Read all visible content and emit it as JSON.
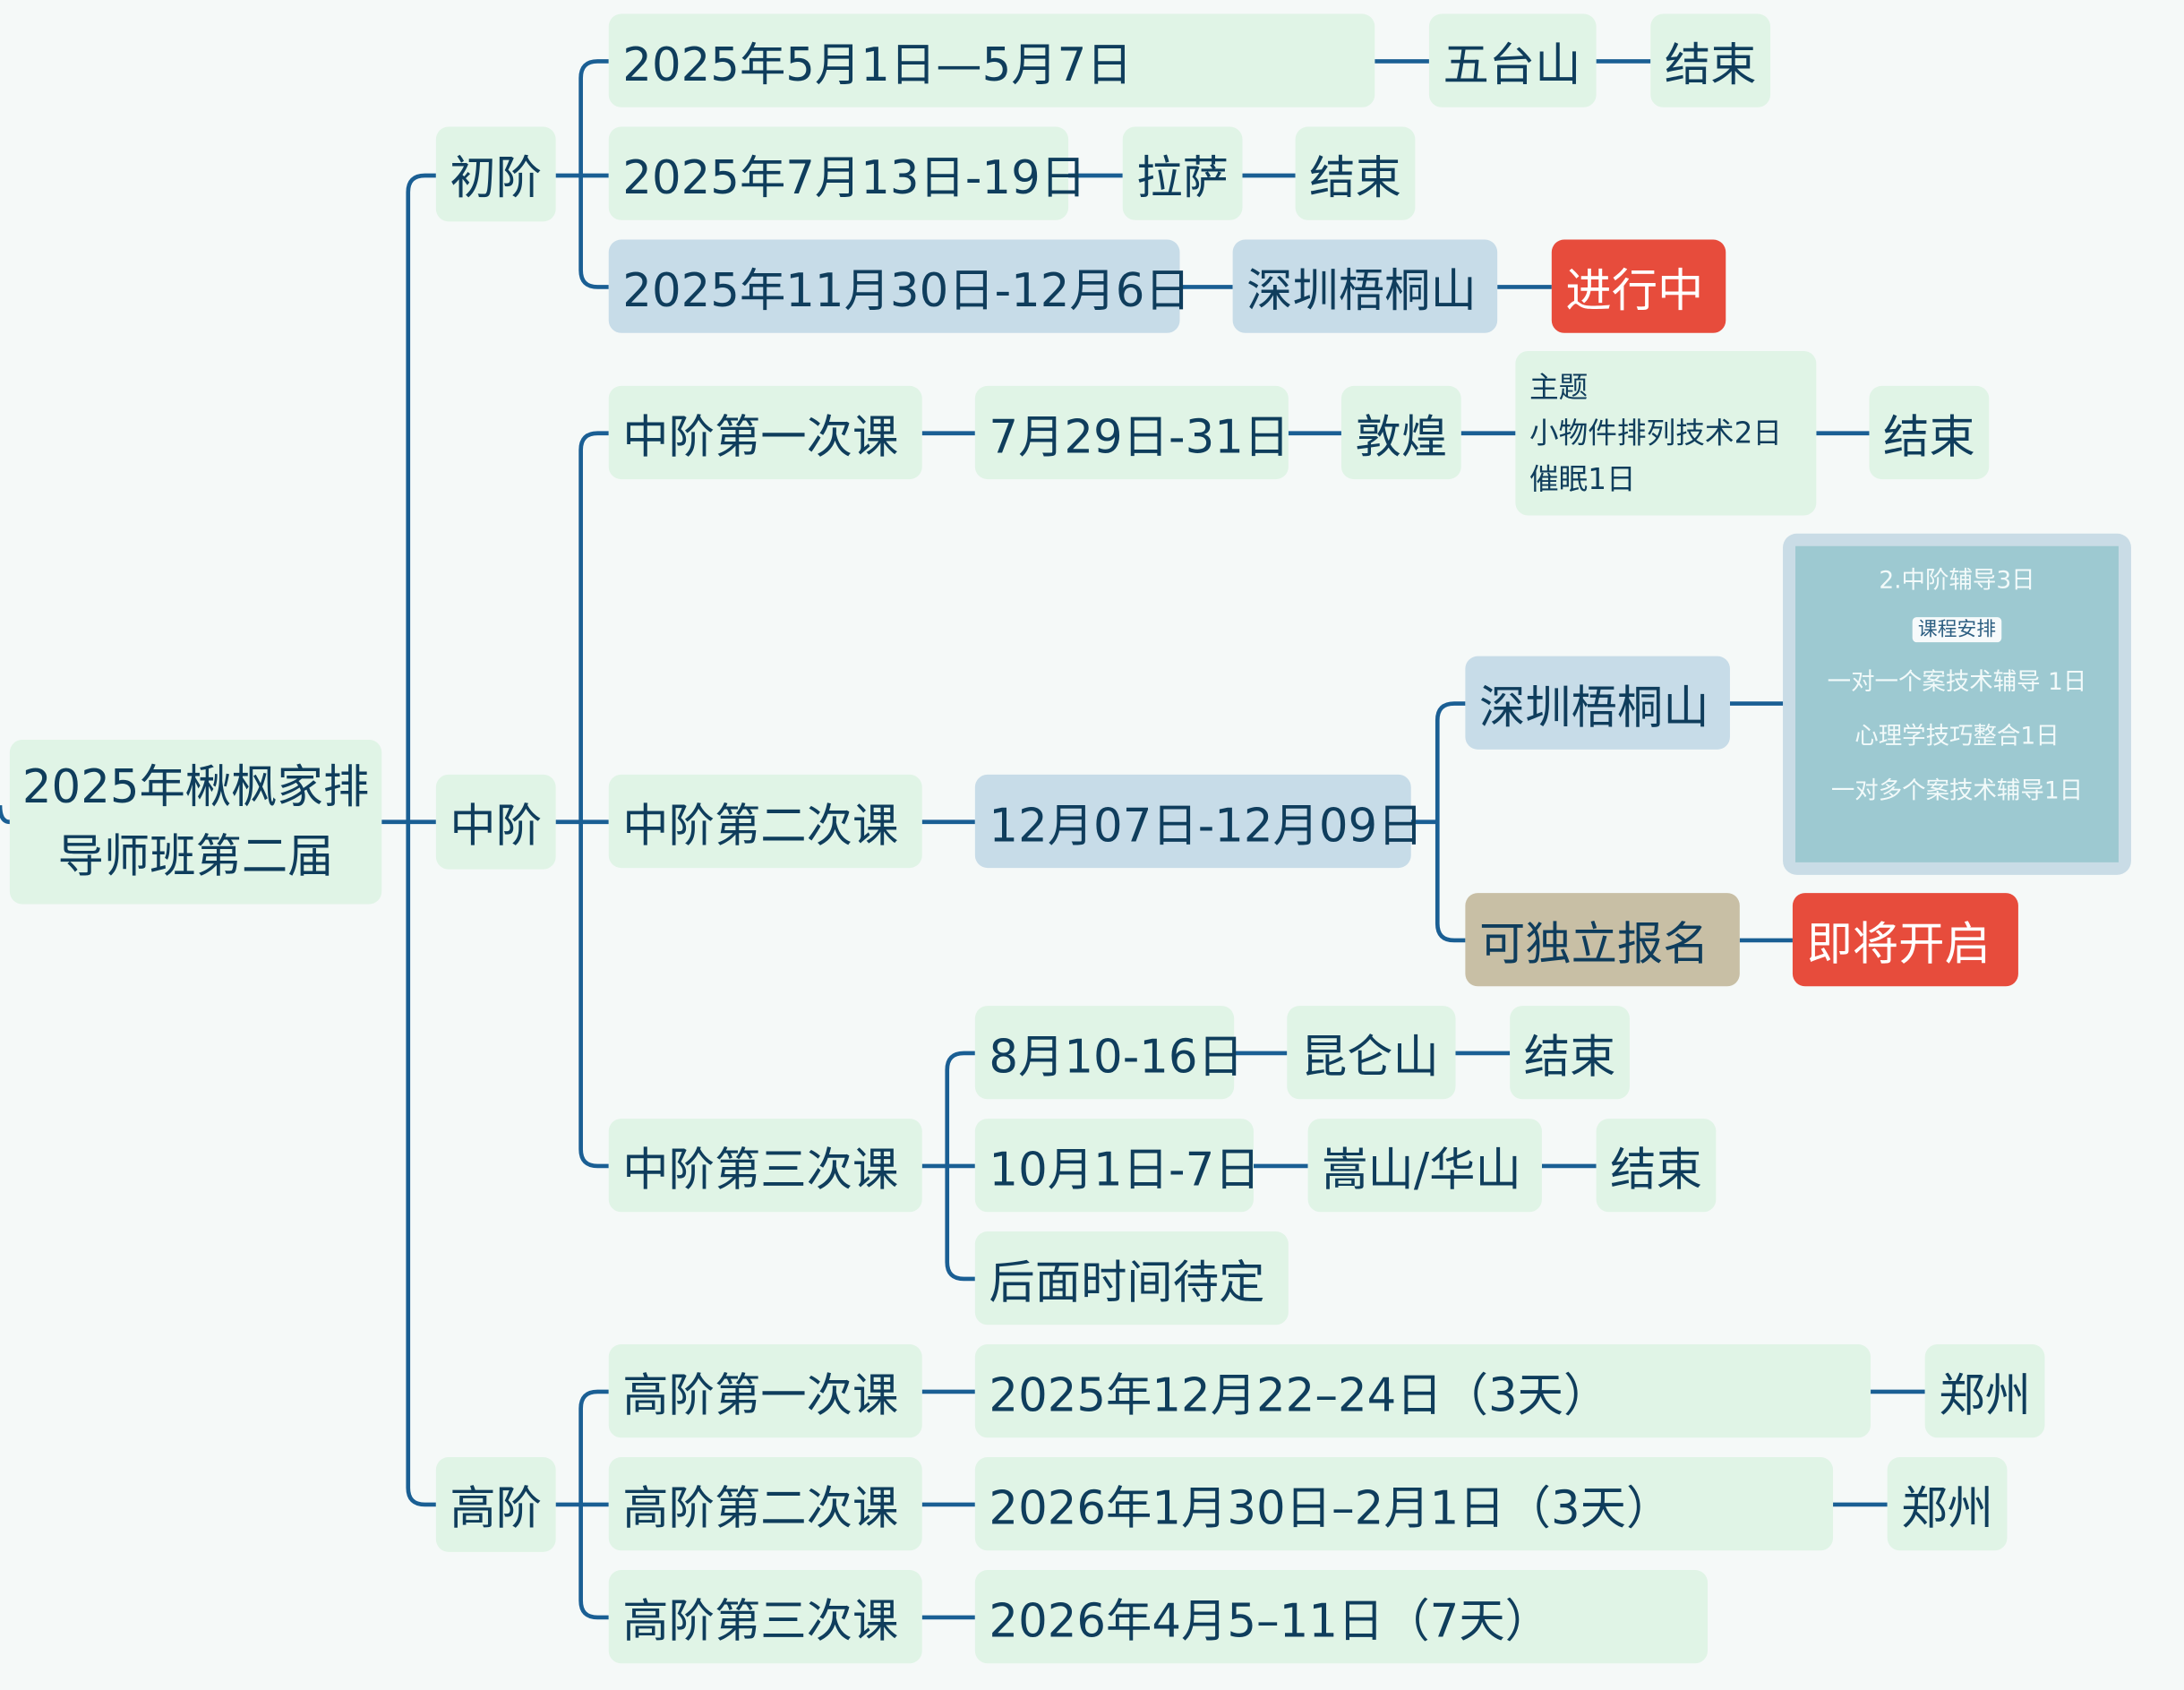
{
  "root": {
    "line1": "2025年楸枫家排",
    "line2": "导师班第二届"
  },
  "levels": {
    "beginner": "初阶",
    "intermediate": "中阶",
    "advanced": "高阶"
  },
  "beginner": [
    {
      "date": "2025年5月1日—5月7日",
      "place": "五台山",
      "status": "结束"
    },
    {
      "date": "2025年7月13日-19日",
      "place": "拉萨",
      "status": "结束"
    },
    {
      "date": "2025年11月30日-12月6日",
      "place": "深圳梧桐山",
      "status": "进行中"
    }
  ],
  "intermediate": {
    "c1": {
      "label": "中阶第一次课",
      "date": "7月29日-31日",
      "place": "敦煌",
      "topic": [
        "主题",
        "小物件排列技术2日",
        "催眠1日"
      ],
      "status": "结束"
    },
    "c2": {
      "label": "中阶第二次课",
      "date": "12月07日-12月09日",
      "place": "深圳梧桐山",
      "register": "可独立报名",
      "status": "即将开启",
      "info": {
        "title": "2.中阶辅导3日",
        "tag": "课程安排",
        "items": [
          "一对一个案技术辅导 1日",
          "心理学技巧整合1日",
          "一对多个案技术辅导1日"
        ]
      }
    },
    "c3": {
      "label": "中阶第三次课",
      "sessions": [
        {
          "date": "8月10-16日",
          "place": "昆仑山",
          "status": "结束"
        },
        {
          "date": "10月1日-7日",
          "place": "嵩山/华山",
          "status": "结束"
        },
        {
          "date": "后面时间待定"
        }
      ]
    }
  },
  "advanced": [
    {
      "label": "高阶第一次课",
      "date": "2025年12月22–24日（3天）",
      "place": "郑州"
    },
    {
      "label": "高阶第二次课",
      "date": "2026年1月30日–2月1日（3天）",
      "place": "郑州"
    },
    {
      "label": "高阶第三次课",
      "date": "2026年4月5–11日（7天）"
    }
  ],
  "colors": {
    "node": "#e0f4e6",
    "active": "#c7dce8",
    "status_red": "#e74c3c",
    "line": "#1a5f94"
  }
}
